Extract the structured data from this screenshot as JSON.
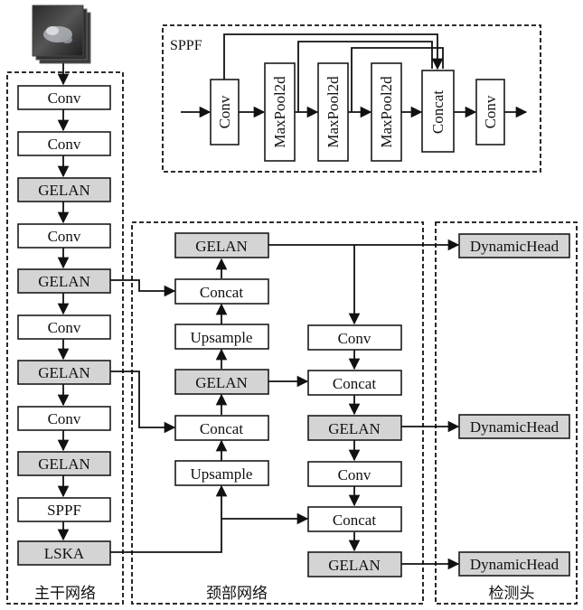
{
  "regions": {
    "backbone": "主干网络",
    "neck": "颈部网络",
    "head": "检测头",
    "sppf_detail": "SPPF"
  },
  "backbone_blocks": [
    "Conv",
    "Conv",
    "GELAN",
    "Conv",
    "GELAN",
    "Conv",
    "GELAN",
    "Conv",
    "GELAN",
    "SPPF",
    "LSKA"
  ],
  "neck_blocks": {
    "left_column": [
      "GELAN",
      "Concat",
      "Upsample",
      "GELAN",
      "Concat",
      "Upsample"
    ],
    "right_column": [
      "Conv",
      "Concat",
      "GELAN",
      "Conv",
      "Concat",
      "GELAN"
    ]
  },
  "head_blocks": [
    "DynamicHead",
    "DynamicHead",
    "DynamicHead"
  ],
  "sppf_blocks": [
    "Conv",
    "MaxPool2d",
    "MaxPool2d",
    "MaxPool2d",
    "Concat",
    "Conv"
  ],
  "colors": {
    "gelan_fill": "#d4d4d4",
    "block_fill": "#ffffff",
    "stroke": "#111111"
  }
}
